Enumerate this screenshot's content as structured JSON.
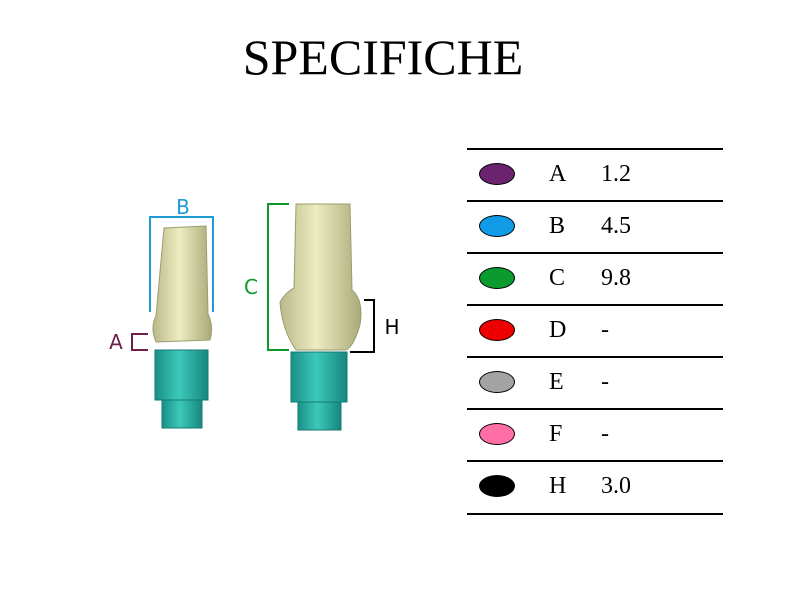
{
  "title": "SPECIFICHE",
  "diagram_labels": {
    "a": "A",
    "b": "B",
    "c": "C",
    "h": "H"
  },
  "colors": {
    "abutment": "#d9d9a0",
    "base": "#2fb5a8",
    "a_line": "#6b1f4a",
    "b_line": "#1e9ad6",
    "c_line": "#0a9a2e",
    "h_line": "#000000"
  },
  "specs": [
    {
      "letter": "A",
      "value": "1.2",
      "color": "#6b2370"
    },
    {
      "letter": "B",
      "value": "4.5",
      "color": "#0f9be6"
    },
    {
      "letter": "C",
      "value": "9.8",
      "color": "#0a9a2e"
    },
    {
      "letter": "D",
      "value": "-",
      "color": "#ee0000"
    },
    {
      "letter": "E",
      "value": "-",
      "color": "#a3a3a3"
    },
    {
      "letter": "F",
      "value": "-",
      "color": "#ff6fa6"
    },
    {
      "letter": "H",
      "value": "3.0",
      "color": "#000000"
    }
  ]
}
